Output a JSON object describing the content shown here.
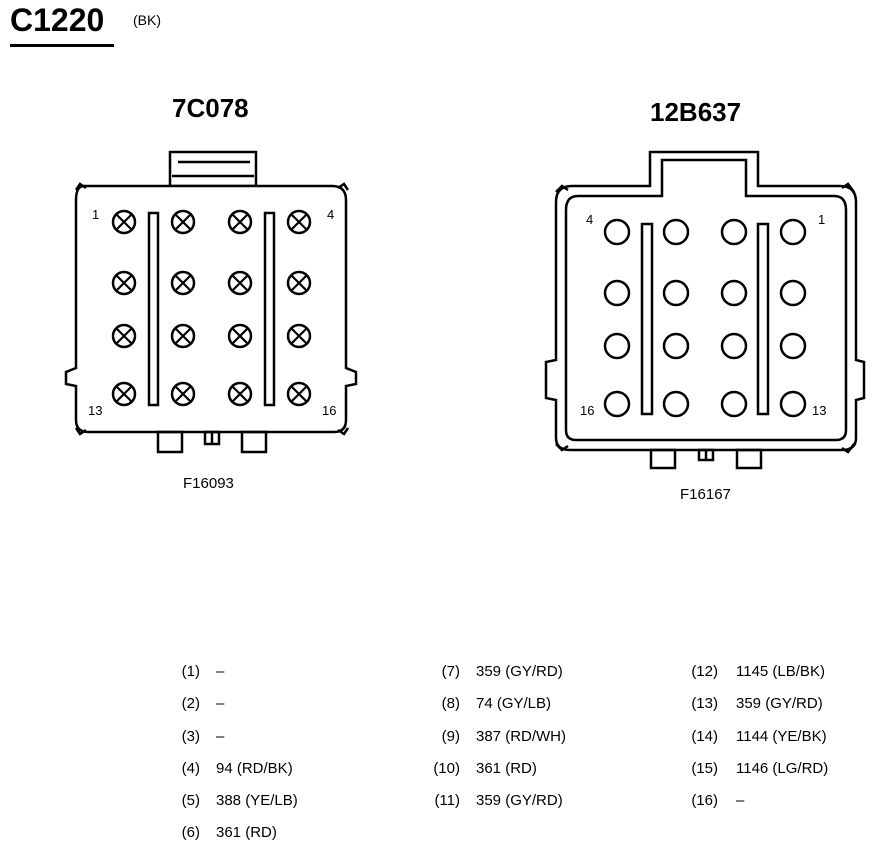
{
  "title": "C1220",
  "title_tag": "(BK)",
  "left_connector": {
    "name": "7C078",
    "ref": "F16093",
    "pin_labels": {
      "tl": "1",
      "tr": "4",
      "bl": "13",
      "br": "16"
    }
  },
  "right_connector": {
    "name": "12B637",
    "ref": "F16167",
    "pin_labels": {
      "tl": "4",
      "tr": "1",
      "bl": "16",
      "br": "13"
    }
  },
  "legend": {
    "col1": [
      {
        "num": "(1)",
        "value": "–"
      },
      {
        "num": "(2)",
        "value": "–"
      },
      {
        "num": "(3)",
        "value": "–"
      },
      {
        "num": "(4)",
        "value": "94 (RD/BK)"
      },
      {
        "num": "(5)",
        "value": "388 (YE/LB)"
      },
      {
        "num": "(6)",
        "value": "361 (RD)"
      }
    ],
    "col2": [
      {
        "num": "(7)",
        "value": "359 (GY/RD)"
      },
      {
        "num": "(8)",
        "value": "74 (GY/LB)"
      },
      {
        "num": "(9)",
        "value": "387 (RD/WH)"
      },
      {
        "num": "(10)",
        "value": "361 (RD)"
      },
      {
        "num": "(11)",
        "value": "359 (GY/RD)"
      }
    ],
    "col3": [
      {
        "num": "(12)",
        "value": "1145 (LB/BK)"
      },
      {
        "num": "(13)",
        "value": "359 (GY/RD)"
      },
      {
        "num": "(14)",
        "value": "1144 (YE/BK)"
      },
      {
        "num": "(15)",
        "value": "1146 (LG/RD)"
      },
      {
        "num": "(16)",
        "value": "–"
      }
    ]
  }
}
